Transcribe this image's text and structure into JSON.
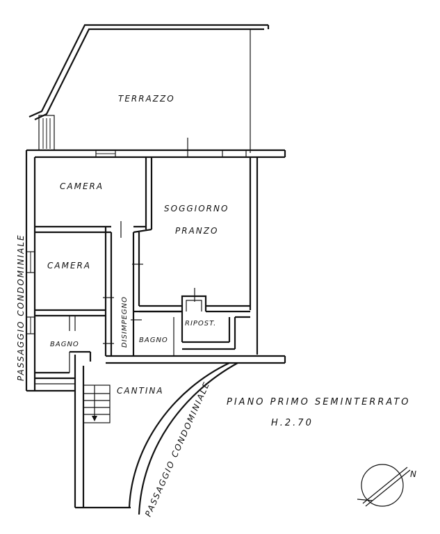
{
  "rooms": {
    "terrazzo": "TERRAZZO",
    "camera_1": "CAMERA",
    "camera_2": "CAMERA",
    "soggiorno": "SOGGIORNO",
    "pranzo": "PRANZO",
    "disimpegno": "DISIMPEGNO",
    "bagno_1": "BAGNO",
    "bagno_2": "BAGNO",
    "ripost": "RIPOST.",
    "cantina": "CANTINA"
  },
  "passages": {
    "left": "PASSAGGIO CONDOMINIALE",
    "curved": "PASSAGGIO CONDOMINIALE"
  },
  "floor": {
    "title": "PIANO PRIMO SEMINTERRATO",
    "height": "H.2.70"
  },
  "compass": {
    "north_label": "N"
  }
}
